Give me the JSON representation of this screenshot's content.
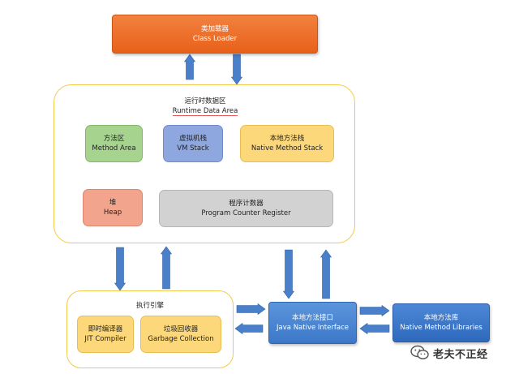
{
  "class_loader": {
    "zh": "类加载器",
    "en": "Class Loader",
    "color": "#e8611a"
  },
  "runtime_data_area": {
    "zh": "运行时数据区",
    "en": "Runtime Data Area",
    "method_area": {
      "zh": "方法区",
      "en": "Method Area",
      "color": "#a6d38d"
    },
    "vm_stack": {
      "zh": "虚拟机栈",
      "en": "VM Stack",
      "color": "#8ea7df"
    },
    "native_method_stack": {
      "zh": "本地方法栈",
      "en": "Native Method Stack",
      "color": "#fdd87a"
    },
    "heap": {
      "zh": "堆",
      "en": "Heap",
      "color": "#f2a48c"
    },
    "pc_register": {
      "zh": "程序计数器",
      "en": "Program Counter Register",
      "color": "#d2d2d2"
    }
  },
  "execution_engine": {
    "zh": "执行引擎",
    "jit_compiler": {
      "zh": "即时编译器",
      "en": "JIT Compiler"
    },
    "garbage_collection": {
      "zh": "垃圾回收器",
      "en": "Garbage Collection"
    }
  },
  "jni": {
    "zh": "本地方法接口",
    "en": "Java Native Interface",
    "color": "#3d78c8"
  },
  "native_libraries": {
    "zh": "本地方法库",
    "en": "Native Method Libraries",
    "color": "#2f69bd"
  },
  "watermark": {
    "text": "老夫不正经",
    "icon": "wechat-icon"
  },
  "arrow_color": "#4a7fc9"
}
